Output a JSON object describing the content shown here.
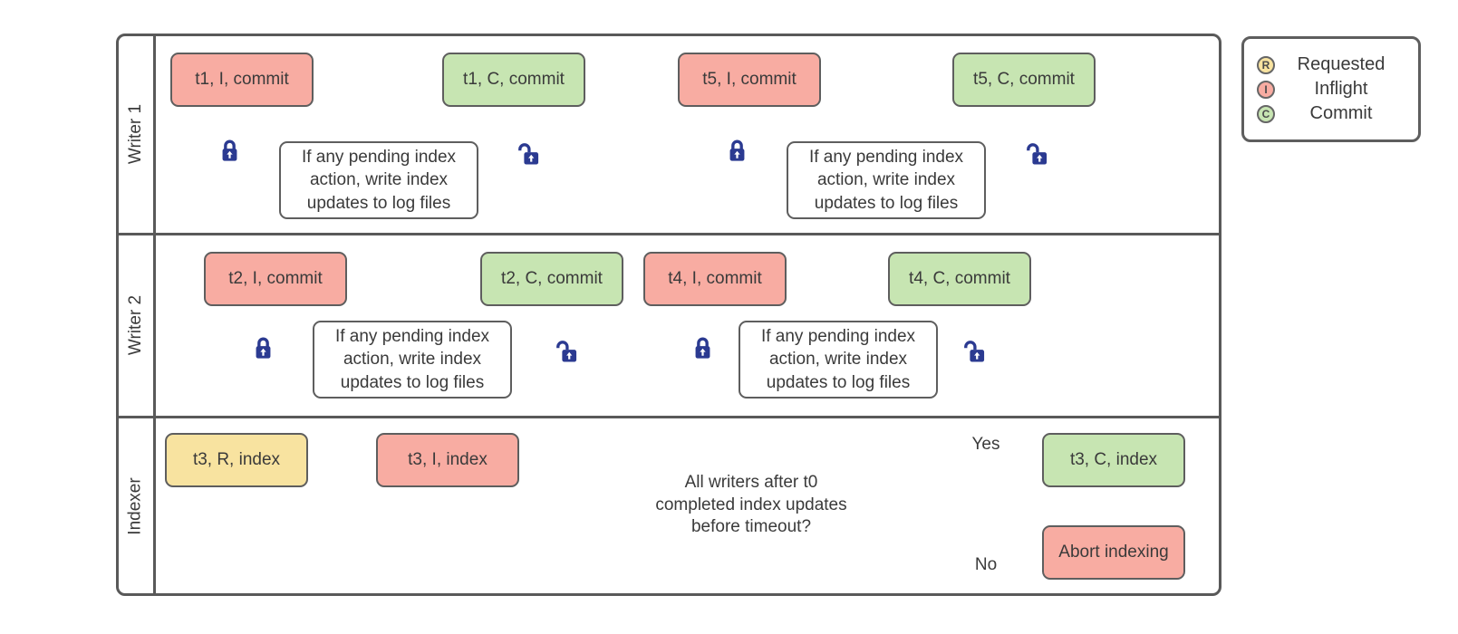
{
  "diagram": {
    "lanes": [
      {
        "label": "Writer 1"
      },
      {
        "label": "Writer 2"
      },
      {
        "label": "Indexer"
      }
    ],
    "nodes": {
      "t1_inflight": "t1, I, commit",
      "t1_commit": "t1, C, commit",
      "t5_inflight": "t5, I, commit",
      "t5_commit": "t5, C, commit",
      "t2_inflight": "t2, I, commit",
      "t2_commit": "t2, C, commit",
      "t4_inflight": "t4, I, commit",
      "t4_commit": "t4, C, commit",
      "t3_requested": "t3, R, index",
      "t3_inflight": "t3, I, index",
      "t3_commit": "t3, C, index",
      "abort": "Abort indexing"
    },
    "process_note": "If any pending index\naction, write index\nupdates to log files",
    "decision": {
      "question": "All writers after t0\ncompleted index updates\nbefore timeout?",
      "yes_label": "Yes",
      "no_label": "No"
    },
    "legend": {
      "items": [
        {
          "letter": "R",
          "label": "Requested"
        },
        {
          "letter": "I",
          "label": "Inflight"
        },
        {
          "letter": "C",
          "label": "Commit"
        }
      ]
    },
    "colors": {
      "requested": "#f8e3a0",
      "inflight": "#f8aca2",
      "commit": "#c7e5b2",
      "lock": "#2b3a91",
      "border": "#5e5e5e",
      "line": "#666666",
      "text": "#3a3a3a"
    }
  }
}
